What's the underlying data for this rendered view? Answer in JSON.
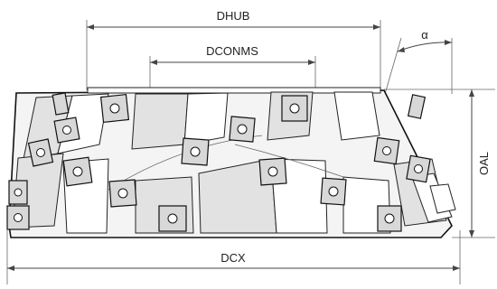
{
  "dimensions": {
    "dhub": "DHUB",
    "dconms": "DCONMS",
    "dcx": "DCX",
    "oal": "OAL",
    "alpha": "α"
  }
}
